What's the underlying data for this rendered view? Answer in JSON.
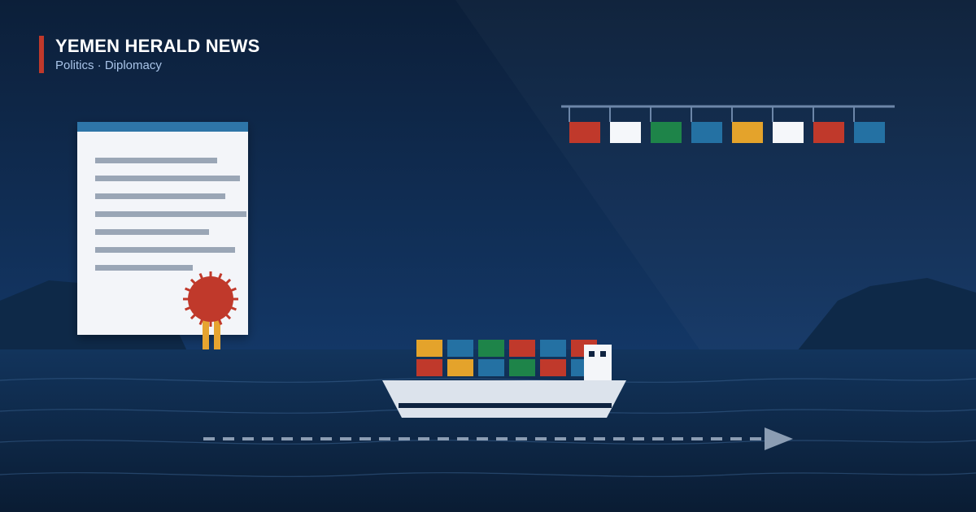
{
  "brand": {
    "name": "YEMEN HERALD NEWS",
    "tagline": "Politics · Diplomacy"
  },
  "icons": {
    "document": "treaty-document-icon",
    "seal": "wax-seal-icon",
    "ship": "container-ship-icon",
    "flags": "bunting-flags-icon",
    "route": "dashed-arrow-icon"
  },
  "colors": {
    "accent": "#c0392b",
    "sky_top": "#0d213c",
    "sky_bottom": "#123565",
    "sea": "#0f2d52",
    "red": "#c0392b",
    "white": "#f5f7fa",
    "green": "#1e8449",
    "blue": "#2471a3",
    "gold": "#e4a32b"
  },
  "flags": [
    "red",
    "white",
    "green",
    "blue",
    "gold",
    "white",
    "red",
    "blue"
  ],
  "containers": {
    "top_row": [
      "gold",
      "blue",
      "green",
      "red",
      "blue",
      "red"
    ],
    "bottom_row": [
      "red",
      "gold",
      "blue",
      "green",
      "red",
      "blue"
    ]
  }
}
